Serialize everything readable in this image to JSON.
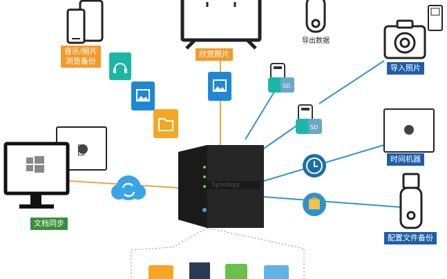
{
  "labels": {
    "music_photo_line1": "音乐/照片",
    "music_photo_line2": "浏览备份",
    "enjoy_photos": "欣赏照片",
    "export_data": "导出数据",
    "import_photos": "导入照片",
    "time_machine": "时间机器",
    "config_backup": "配置文件备份",
    "doc_sync": "文档同步"
  },
  "device": {
    "brand": "Synology"
  },
  "colors": {
    "orange": "#f39a2b",
    "blue": "#1e5ea8",
    "green": "#3a8f3a",
    "line_blue": "#2d93cf",
    "line_orange": "#f2a23a",
    "tile_teal": "#1bb7a5",
    "tile_blue": "#1e88d6",
    "tile_orange": "#f5a623"
  },
  "icons": [
    "phone-tablet-icon",
    "tv-icon",
    "usb-drive-icon",
    "camera-icon",
    "headphones-icon",
    "image-icon",
    "folder-icon",
    "sd-card-reader-icon",
    "mac-laptop-icon",
    "windows-monitor-icon",
    "cloud-sync-icon",
    "nas-device-icon",
    "time-machine-icon",
    "usb-stick-icon",
    "backup-box-icon"
  ]
}
